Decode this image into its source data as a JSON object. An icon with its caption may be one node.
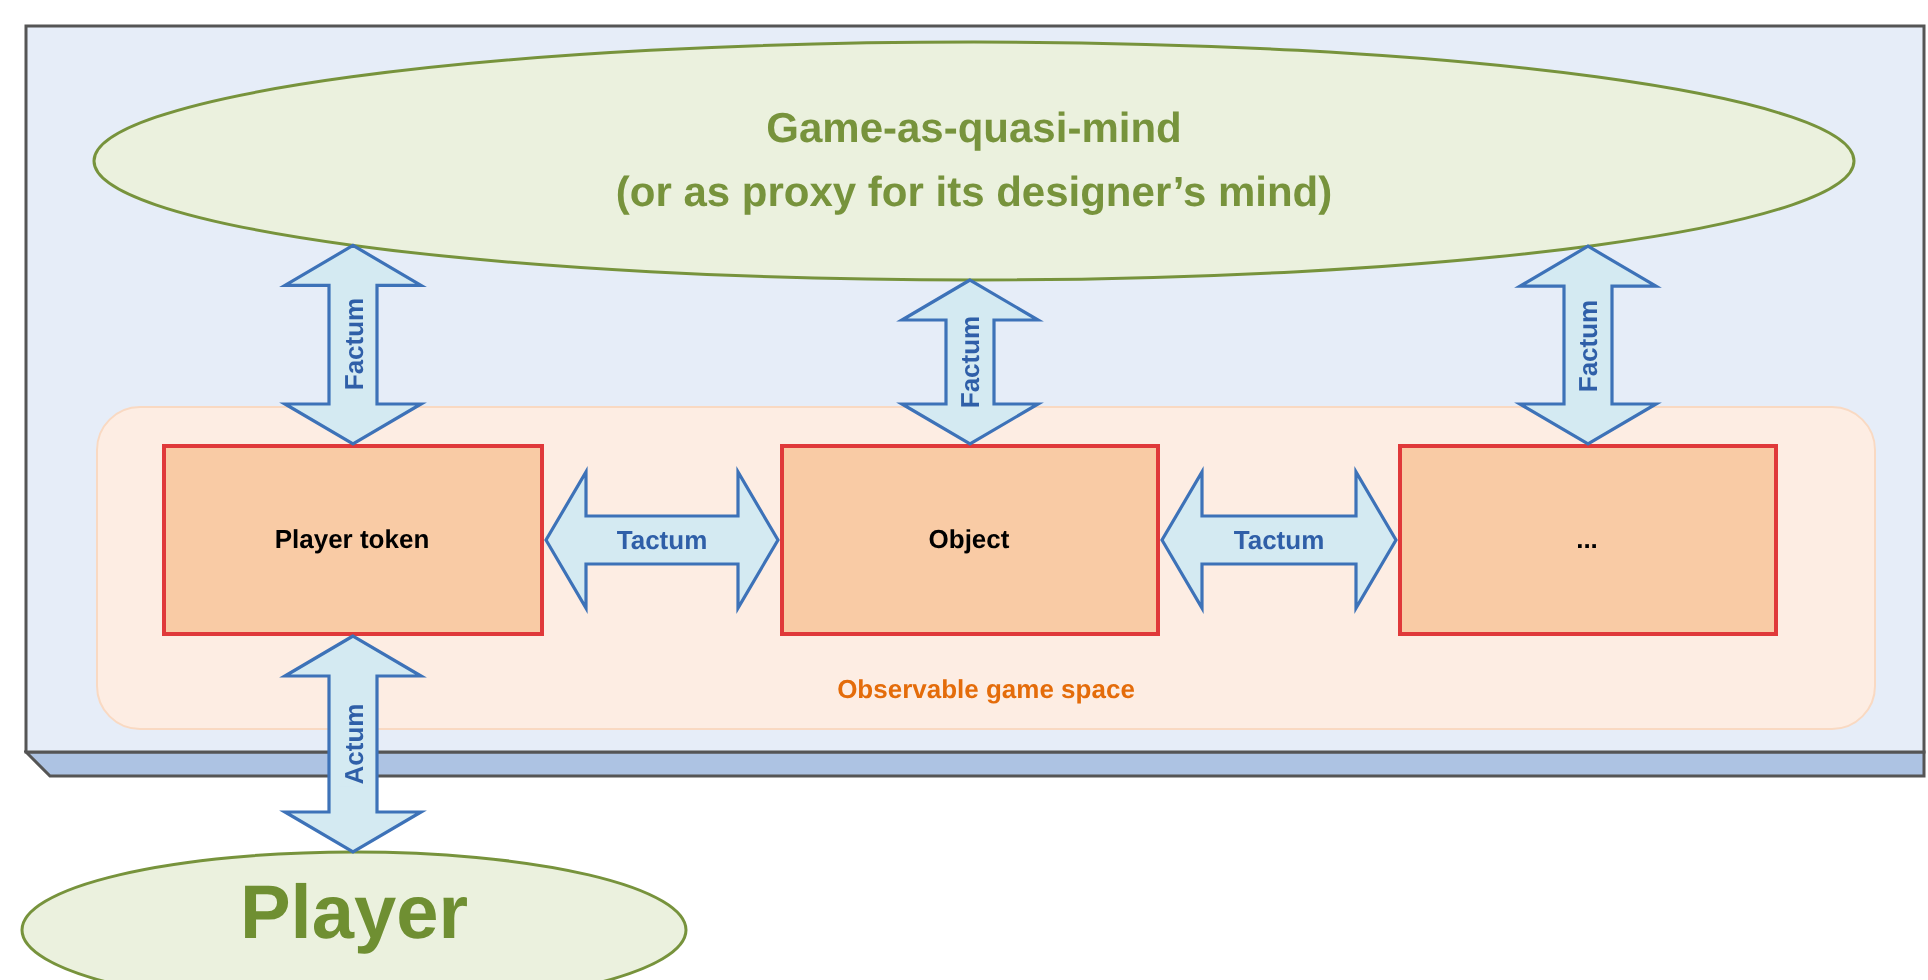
{
  "diagram": {
    "nodes": [
      {
        "text": [],
        "shape": "box"
      },
      {
        "text": [
          "Game-as-quasi-mind",
          "(or as proxy for its designer’s mind)"
        ],
        "in": 0
      },
      {
        "text": [
          "Observable game space"
        ],
        "in": 0
      },
      {
        "text": [
          "Player token"
        ],
        "in": 2
      },
      {
        "text": [
          "Object"
        ],
        "in": 2
      },
      {
        "text": [
          "..."
        ],
        "in": 2
      },
      {
        "text": [
          "Player"
        ]
      }
    ],
    "edges": [
      {
        "from": 1,
        "to": 3,
        "arrow": "both",
        "label": "Factum"
      },
      {
        "from": 1,
        "to": 4,
        "arrow": "both",
        "label": "Factum"
      },
      {
        "from": 1,
        "to": 5,
        "arrow": "both",
        "label": "Factum"
      },
      {
        "from": 3,
        "to": 4,
        "arrow": "both",
        "label": "Tactum"
      },
      {
        "from": 4,
        "to": 5,
        "arrow": "both",
        "label": "Tactum"
      },
      {
        "from": 3,
        "to": 6,
        "arrow": "both",
        "label": "Actum"
      }
    ]
  }
}
